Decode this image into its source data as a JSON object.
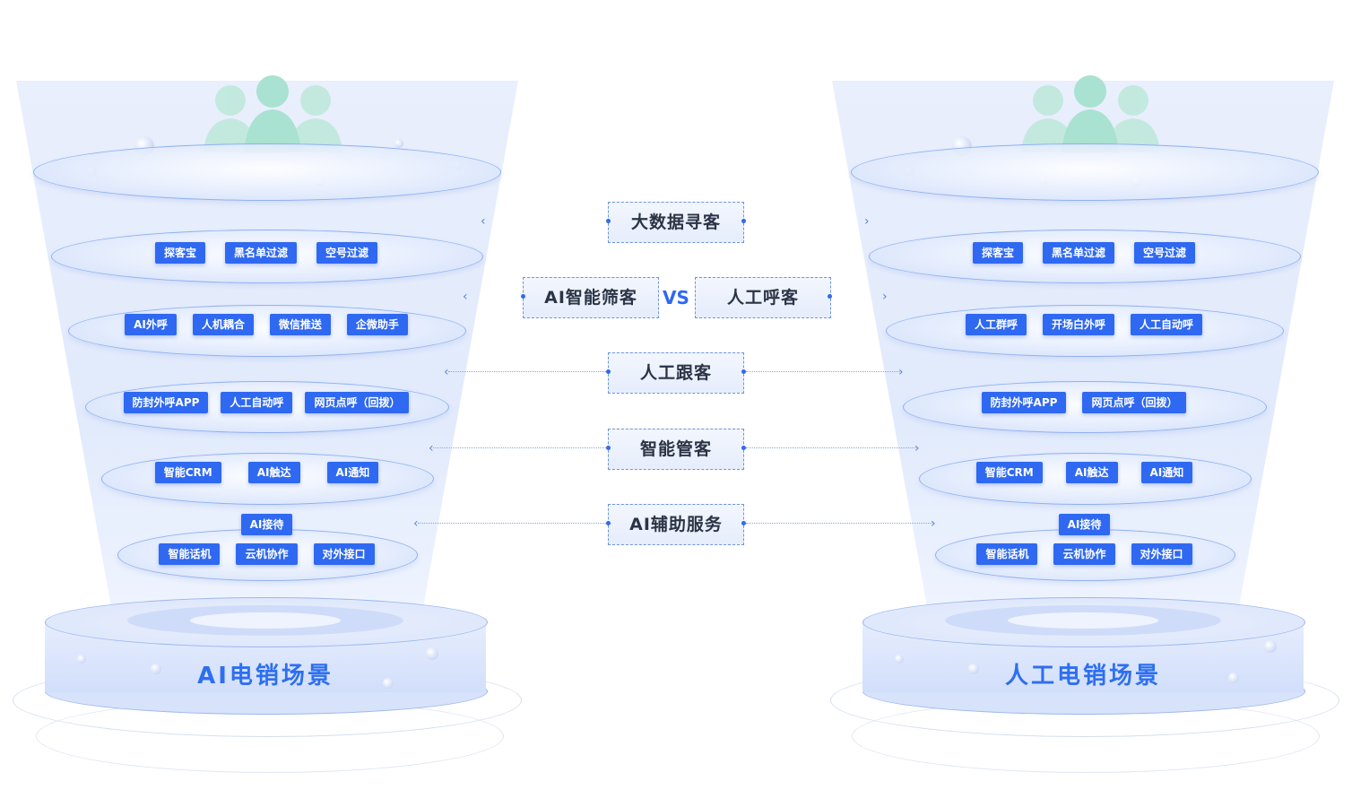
{
  "left_funnel": {
    "title": "AI电销场景",
    "layer1": [
      "探客宝",
      "黑名单过滤",
      "空号过滤"
    ],
    "layer2": [
      "AI外呼",
      "人机耦合",
      "微信推送",
      "企微助手"
    ],
    "layer3": [
      "防封外呼APP",
      "人工自动呼",
      "网页点呼（回拨）"
    ],
    "layer4": [
      "智能CRM",
      "AI触达",
      "AI通知"
    ],
    "layer5_top": [
      "AI接待"
    ],
    "layer5": [
      "智能话机",
      "云机协作",
      "对外接口"
    ]
  },
  "right_funnel": {
    "title": "人工电销场景",
    "layer1": [
      "探客宝",
      "黑名单过滤",
      "空号过滤"
    ],
    "layer2": [
      "人工群呼",
      "开场白外呼",
      "人工自动呼"
    ],
    "layer3": [
      "防封外呼APP",
      "网页点呼（回拨）"
    ],
    "layer4": [
      "智能CRM",
      "AI触达",
      "AI通知"
    ],
    "layer5_top": [
      "AI接待"
    ],
    "layer5": [
      "智能话机",
      "云机协作",
      "对外接口"
    ]
  },
  "center": {
    "stage1": "大数据寻客",
    "stage2_left": "AI智能筛客",
    "vs": "VS",
    "stage2_right": "人工呼客",
    "stage3": "人工跟客",
    "stage4": "智能管客",
    "stage5": "AI辅助服务"
  },
  "colors": {
    "accent": "#2f69f1",
    "person": "#b9e8da",
    "title": "#2d6ff0"
  }
}
